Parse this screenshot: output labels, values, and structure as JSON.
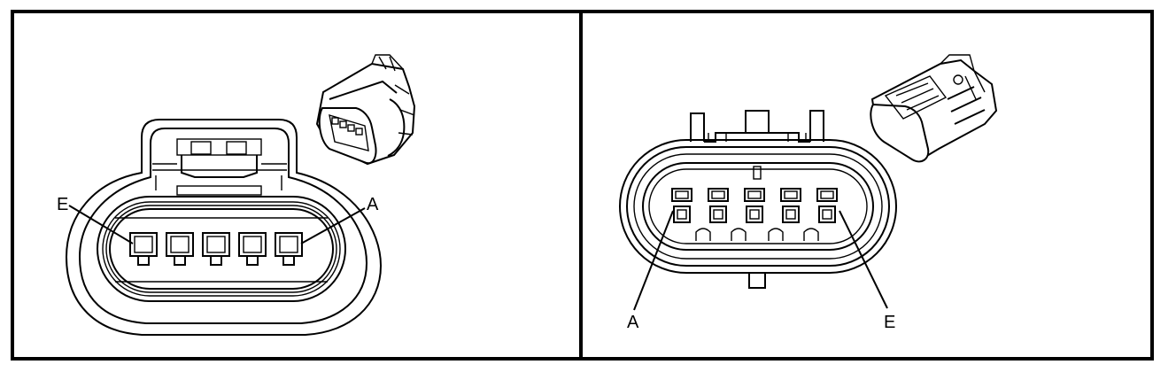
{
  "panels": [
    {
      "id": "left",
      "pin_labels": {
        "first": "E",
        "last": "A"
      },
      "cavity_count": 5
    },
    {
      "id": "right",
      "pin_labels": {
        "first": "A",
        "last": "E"
      },
      "cavity_count": 5
    }
  ]
}
